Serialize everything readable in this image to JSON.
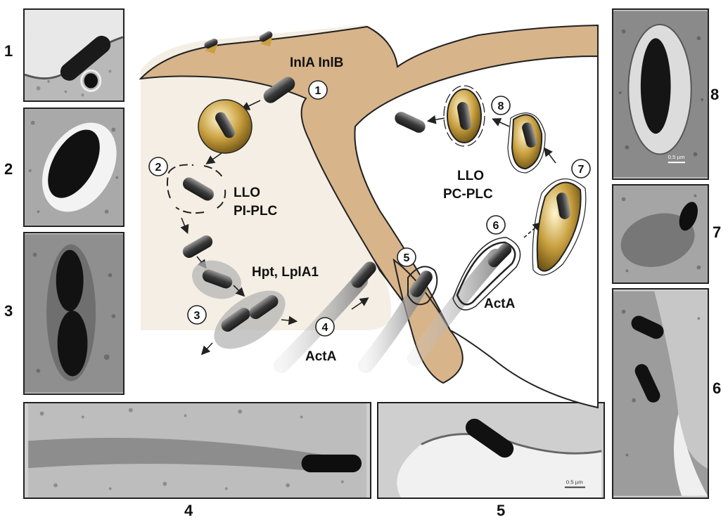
{
  "panel_numbers": {
    "p1": "1",
    "p2": "2",
    "p3": "3",
    "p4": "4",
    "p5": "5",
    "p6": "6",
    "p7": "7",
    "p8": "8"
  },
  "diagram": {
    "protein_labels": {
      "inla_inlb": "InlA InlB",
      "llo_1": "LLO",
      "pi_plc": "PI-PLC",
      "hpt_lpla1": "Hpt, LplA1",
      "acta_left": "ActA",
      "acta_right": "ActA",
      "llo_2": "LLO",
      "pc_plc": "PC-PLC"
    },
    "step_numbers": {
      "s1": "1",
      "s2": "2",
      "s3": "3",
      "s4": "4",
      "s5": "5",
      "s6": "6",
      "s7": "7",
      "s8": "8"
    }
  },
  "micrograph_scale_bars": {
    "panel5": "0.5 µm",
    "panel8": "0.5 µm"
  },
  "colors": {
    "host_cell": "#d8b48a",
    "bacterium": "#555555",
    "vacuole_gold": "#b8922f",
    "actin_tail": "#9a9a9a",
    "micrograph_bg": "#c9c9c9"
  }
}
